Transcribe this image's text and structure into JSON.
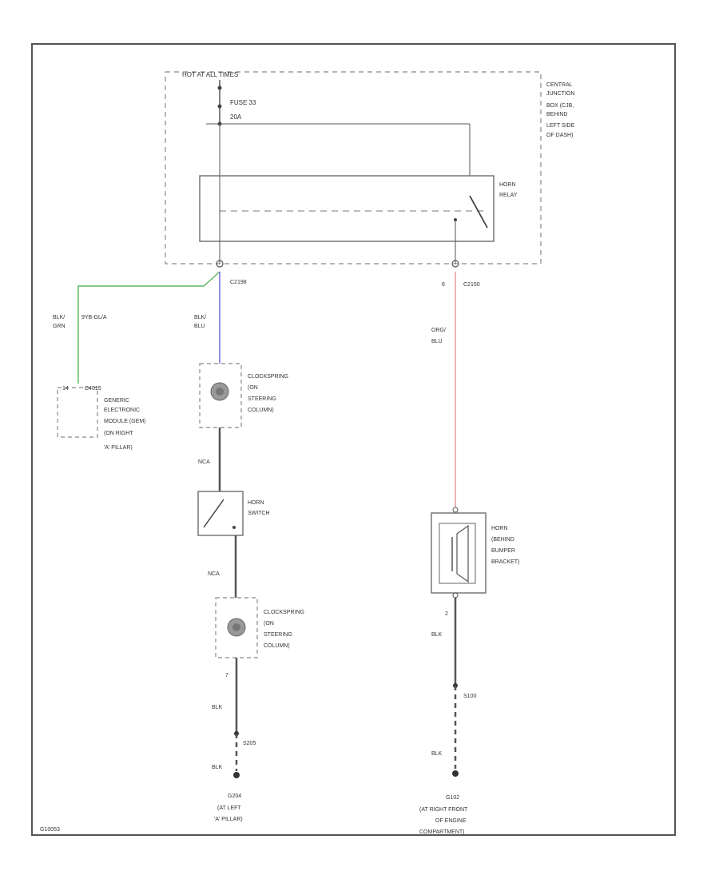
{
  "colors": {
    "border": "#555555",
    "wire_black": "#555555",
    "wire_green": "#5fb85f",
    "wire_blue": "#6a6adf",
    "wire_red": "#e89a9a",
    "dashed": "#888888"
  },
  "top_label": "HOT AT ALL TIMES",
  "fuse": {
    "name": "FUSE 33",
    "rating": "20A"
  },
  "cjb": {
    "lines": [
      "CENTRAL",
      "JUNCTION",
      "BOX (CJB,",
      "BEHIND",
      "LEFT SIDE",
      "OF DASH)"
    ]
  },
  "relay": {
    "lines": [
      "HORN",
      "RELAY"
    ]
  },
  "connectors": {
    "left": "C2198",
    "right_pin": "6",
    "right": "C2150"
  },
  "wires": {
    "left_green": {
      "line1": "BLK/",
      "line2": "GRN",
      "alt": "9YB-GL/A"
    },
    "left_blue": {
      "line1": "BLK/",
      "line2": "BLU"
    },
    "right_red": {
      "line1": "ORG/",
      "line2": "BLU"
    },
    "nca1": "NCA",
    "nca2": "NCA",
    "blk1": "BLK",
    "blk2": "BLK",
    "blk3": "BLK",
    "blk4": "BLK"
  },
  "gem": {
    "pin": "14",
    "connector": "C4015",
    "lines": [
      "GENERIC",
      "ELECTRONIC",
      "MODULE (GEM)",
      "(ON RIGHT",
      "'A' PILLAR)"
    ]
  },
  "clockspring_top": {
    "lines": [
      "CLOCKSPRING",
      "(ON",
      "STEERING",
      "COLUMN)"
    ]
  },
  "horn_switch": {
    "lines": [
      "HORN",
      "SWITCH"
    ]
  },
  "clockspring_bottom": {
    "lines": [
      "CLOCKSPRING",
      "(ON",
      "STEERING",
      "COLUMN)"
    ],
    "pin": "7"
  },
  "horn": {
    "lines": [
      "HORN",
      "(BEHIND",
      "BUMPER",
      "BRACKET)"
    ],
    "pin": "2"
  },
  "splices": {
    "left": "S205",
    "right": "S100"
  },
  "grounds": {
    "left": {
      "name": "G204",
      "lines": [
        "(AT LEFT",
        "'A' PILLAR)"
      ]
    },
    "right": {
      "name": "G102",
      "lines": [
        "(AT RIGHT FRONT",
        "OF ENGINE",
        "COMPARTMENT)"
      ]
    }
  },
  "figure_code": "G10053"
}
